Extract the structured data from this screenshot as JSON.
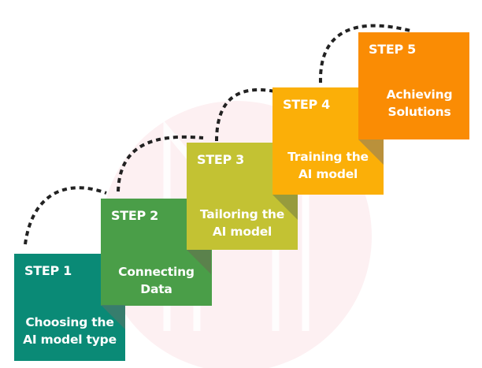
{
  "diagram": {
    "title": "",
    "steps": [
      {
        "label": "STEP 1",
        "desc_line1": "Choosing  the",
        "desc_line2": "AI model type",
        "color": "#0a8a76"
      },
      {
        "label": "STEP 2",
        "desc_line1": "Connecting",
        "desc_line2": "Data",
        "color": "#4a9e48"
      },
      {
        "label": "STEP 3",
        "desc_line1": "Tailoring the",
        "desc_line2": "AI model",
        "color": "#c3c233"
      },
      {
        "label": "STEP 4",
        "desc_line1": "Training the",
        "desc_line2": "AI model",
        "color": "#fbaf08"
      },
      {
        "label": "STEP 5",
        "desc_line1": "Achieving",
        "desc_line2": "Solutions",
        "color": "#fa8c04"
      }
    ],
    "connector_style": "dashed-arc",
    "watermark": "M-logo-circle"
  }
}
